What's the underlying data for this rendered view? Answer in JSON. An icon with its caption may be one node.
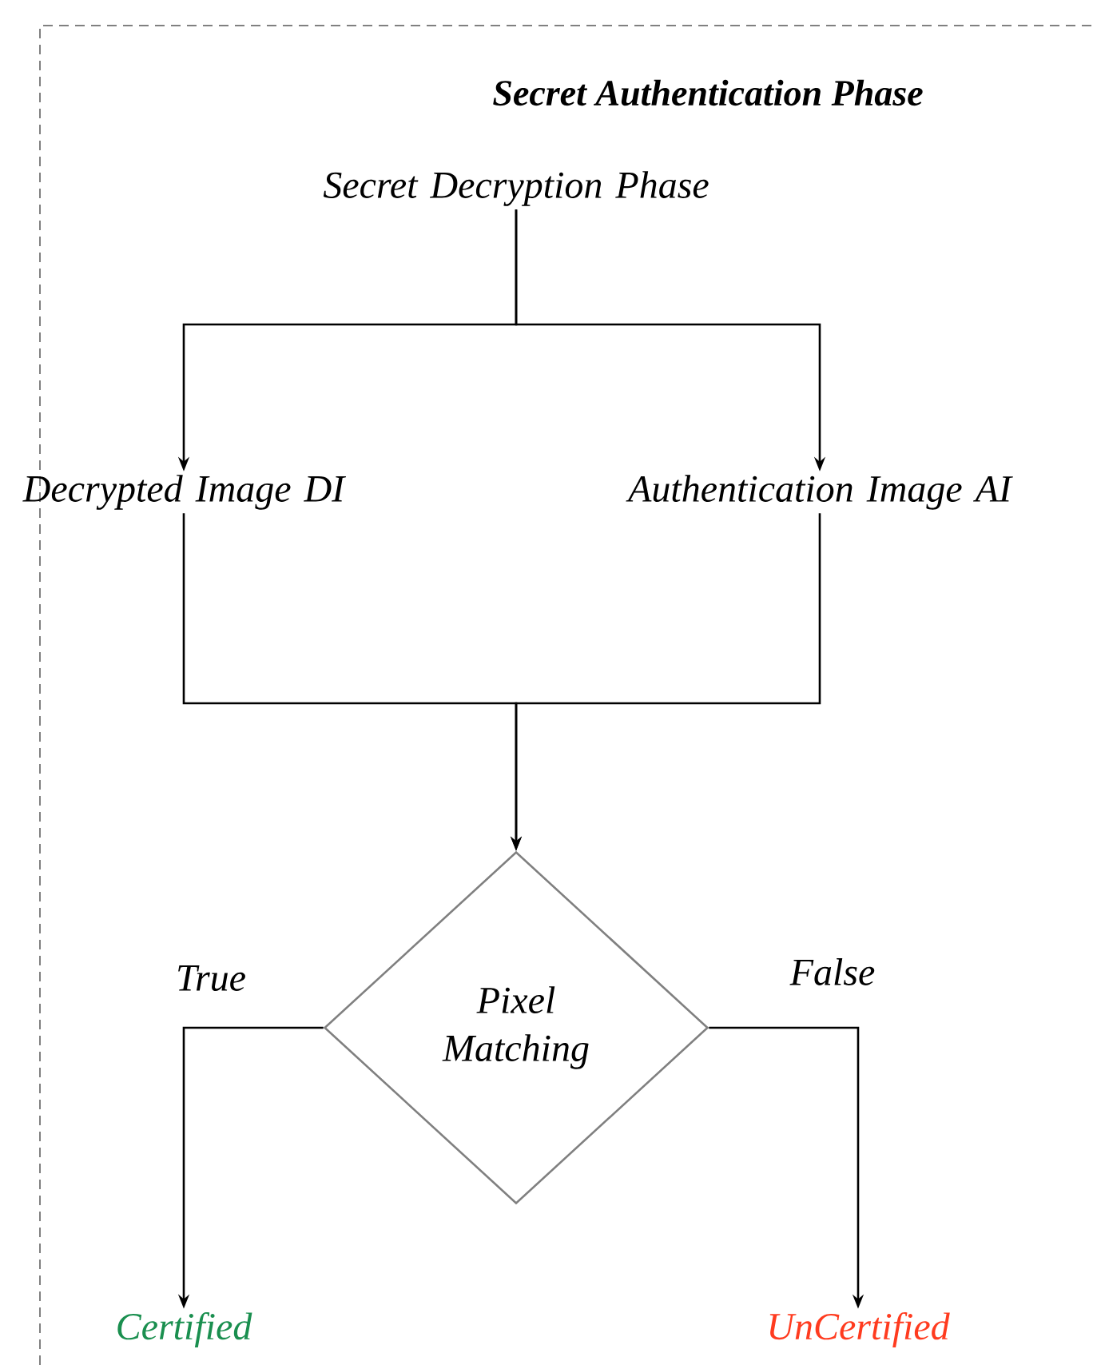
{
  "diagram": {
    "title": "Secret Authentication Phase",
    "nodes": [
      {
        "text": [
          "Secret Decryption Phase"
        ]
      },
      {
        "text": [
          "Decrypted Image DI"
        ]
      },
      {
        "text": [
          "Authentication Image AI"
        ]
      },
      {
        "text": [
          "Pixel Matching"
        ]
      },
      {
        "text": [
          "Certified"
        ]
      },
      {
        "text": [
          "UnCertified"
        ]
      }
    ],
    "edges": [
      {
        "from": 0,
        "to": 1,
        "arrow": "to"
      },
      {
        "from": 0,
        "to": 2,
        "arrow": "to"
      },
      {
        "from": 1,
        "to": 3,
        "arrow": "to"
      },
      {
        "from": 2,
        "to": 3,
        "arrow": "to"
      },
      {
        "from": 3,
        "to": 4,
        "arrow": "to",
        "label": "True"
      },
      {
        "from": 3,
        "to": 5,
        "arrow": "to",
        "label": "False"
      }
    ]
  }
}
